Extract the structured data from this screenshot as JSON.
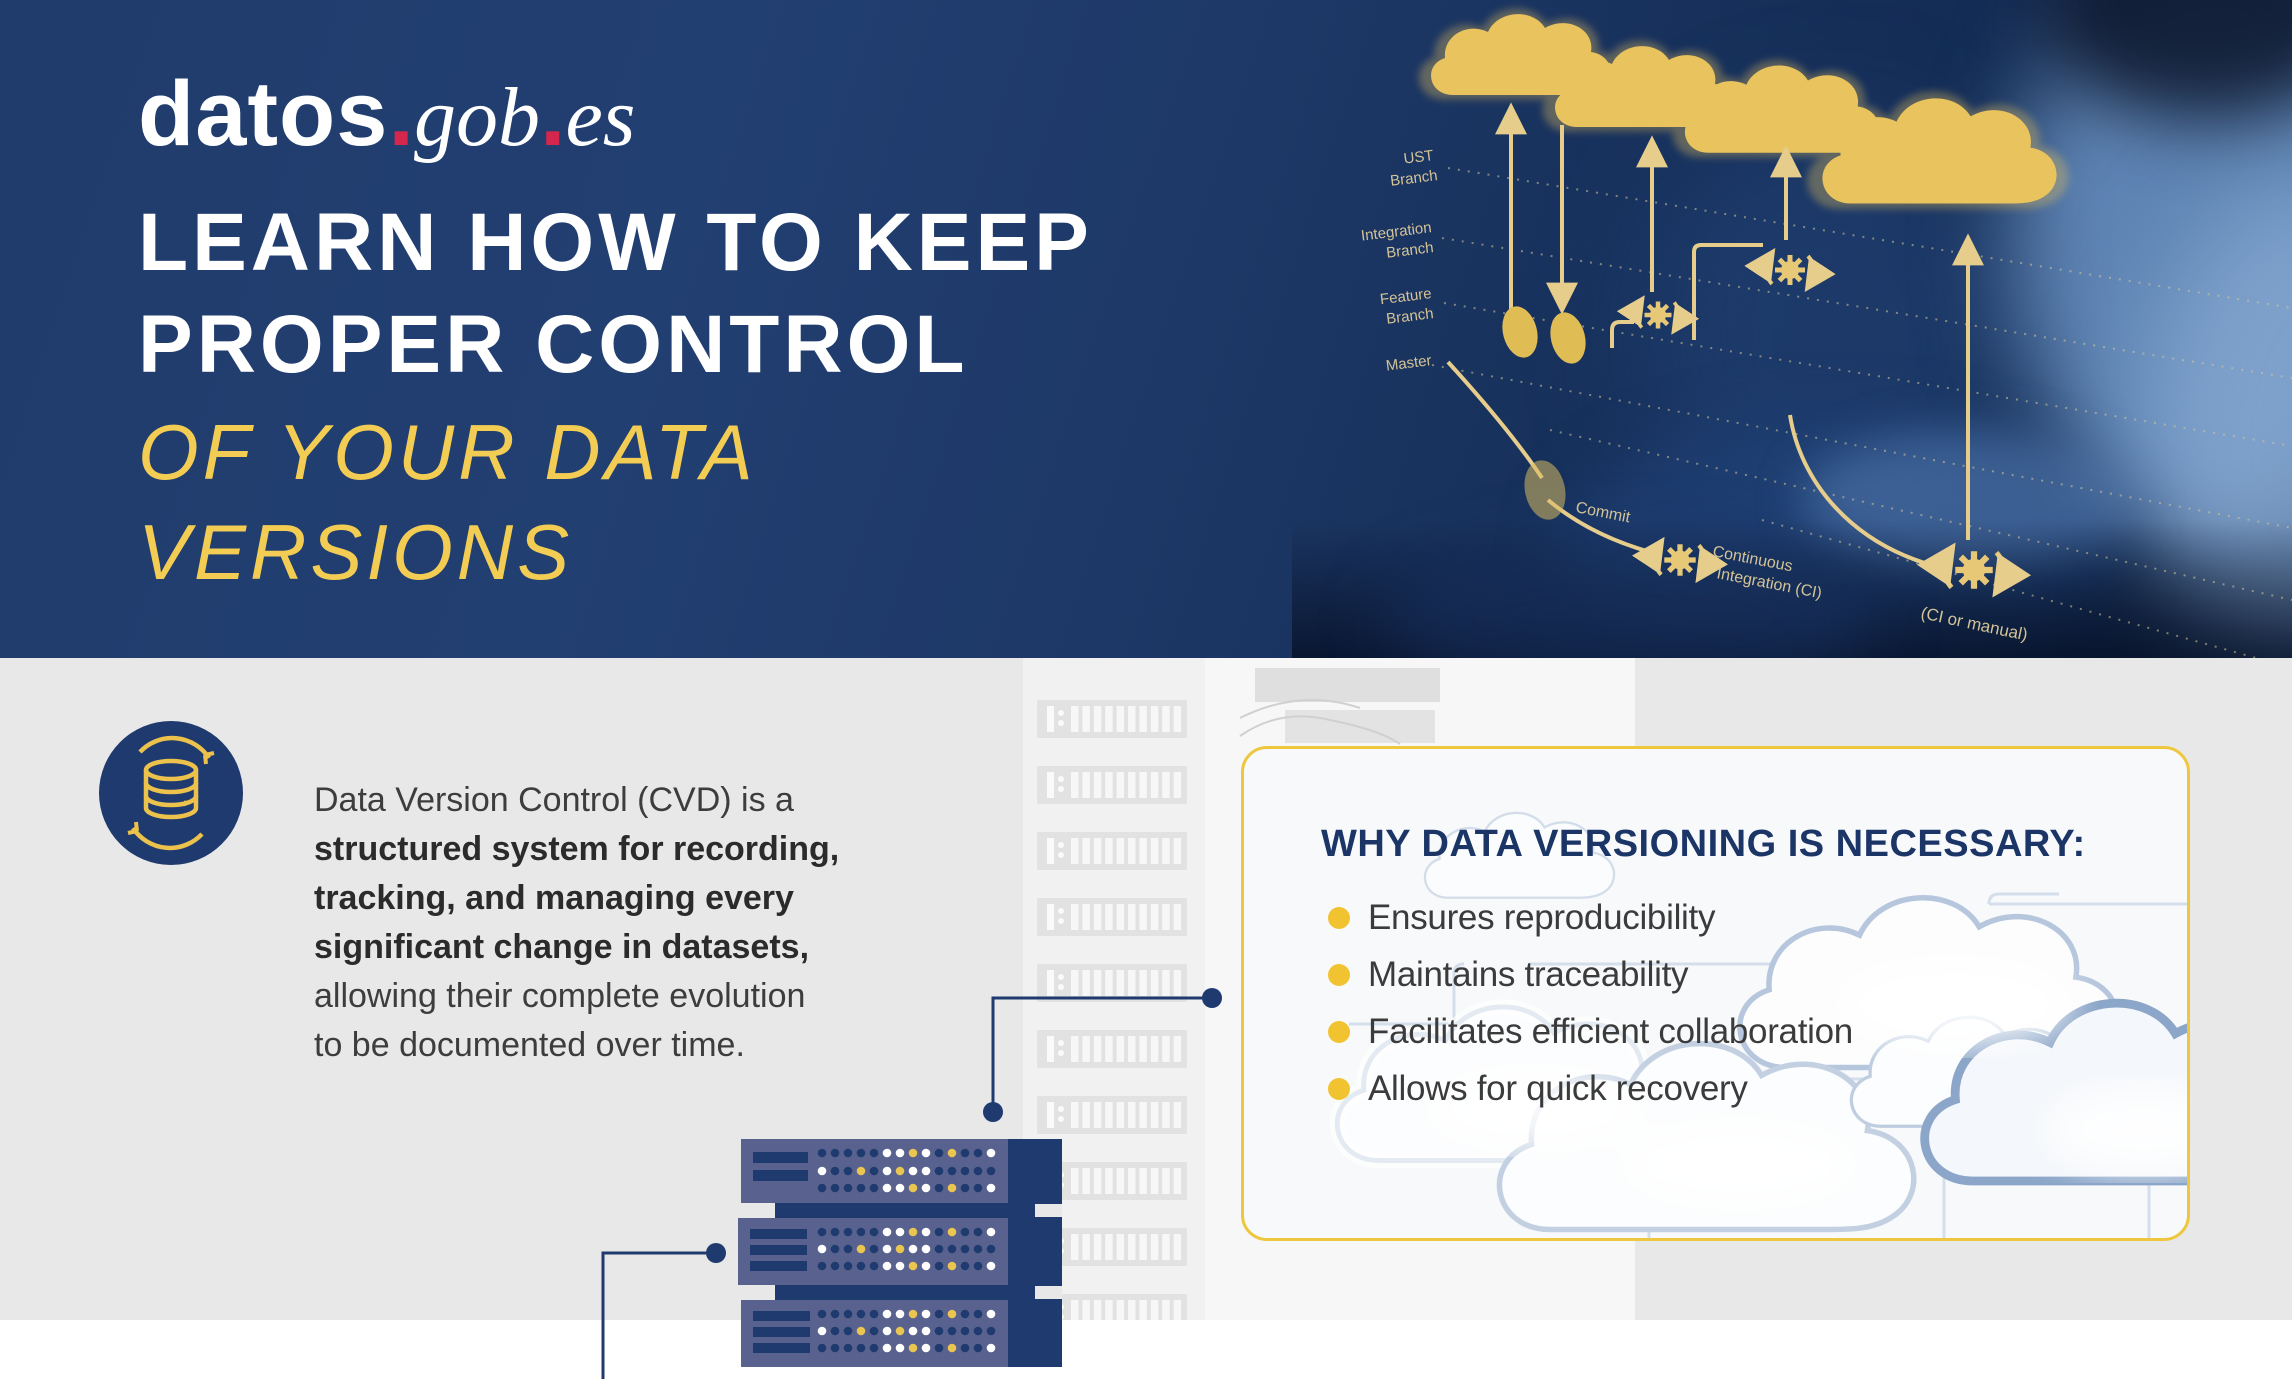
{
  "brand": {
    "logo_bold": "datos",
    "logo_dot1": ".",
    "logo_serif1": "gob",
    "logo_dot2": ".",
    "logo_serif2": "es"
  },
  "hero": {
    "title_line1": "LEARN HOW TO KEEP",
    "title_line2": "PROPER CONTROL",
    "subtitle_line1": "OF YOUR DATA",
    "subtitle_line2": "VERSIONS",
    "diagram": {
      "branch1_line1": "UST",
      "branch1_line2": "Branch",
      "branch2_line1": "Integration",
      "branch2_line2": "Branch",
      "branch3_line1": "Feature",
      "branch3_line2": "Branch",
      "branch4": "Master",
      "commit_label": "Commit",
      "ci_label_line1": "Continuous",
      "ci_label_line2": "Integration  (CI)",
      "ci_manual_label": "(CI or manual)"
    }
  },
  "intro": {
    "line1": "Data Version Control (CVD) is a",
    "line2": "structured system for recording,",
    "line3": "tracking, and managing every",
    "line4": "significant change in datasets,",
    "line5": "allowing their complete evolution",
    "line6": "to be documented over time."
  },
  "card": {
    "heading": "WHY DATA VERSIONING IS NECESSARY:",
    "bullets": [
      "Ensures reproducibility",
      "Maintains traceability",
      "Facilitates efficient collaboration",
      "Allows for quick recovery"
    ]
  },
  "colors": {
    "hero_navy": "#1d3866",
    "accent_yellow": "#eec73e",
    "title_yellow": "#f3cd53",
    "logo_red": "#d5274d",
    "heading_navy": "#1c3567",
    "rack_navy": "#1e3a6e",
    "rack_body": "#59628e",
    "bg_gray": "#e8e8e8"
  }
}
